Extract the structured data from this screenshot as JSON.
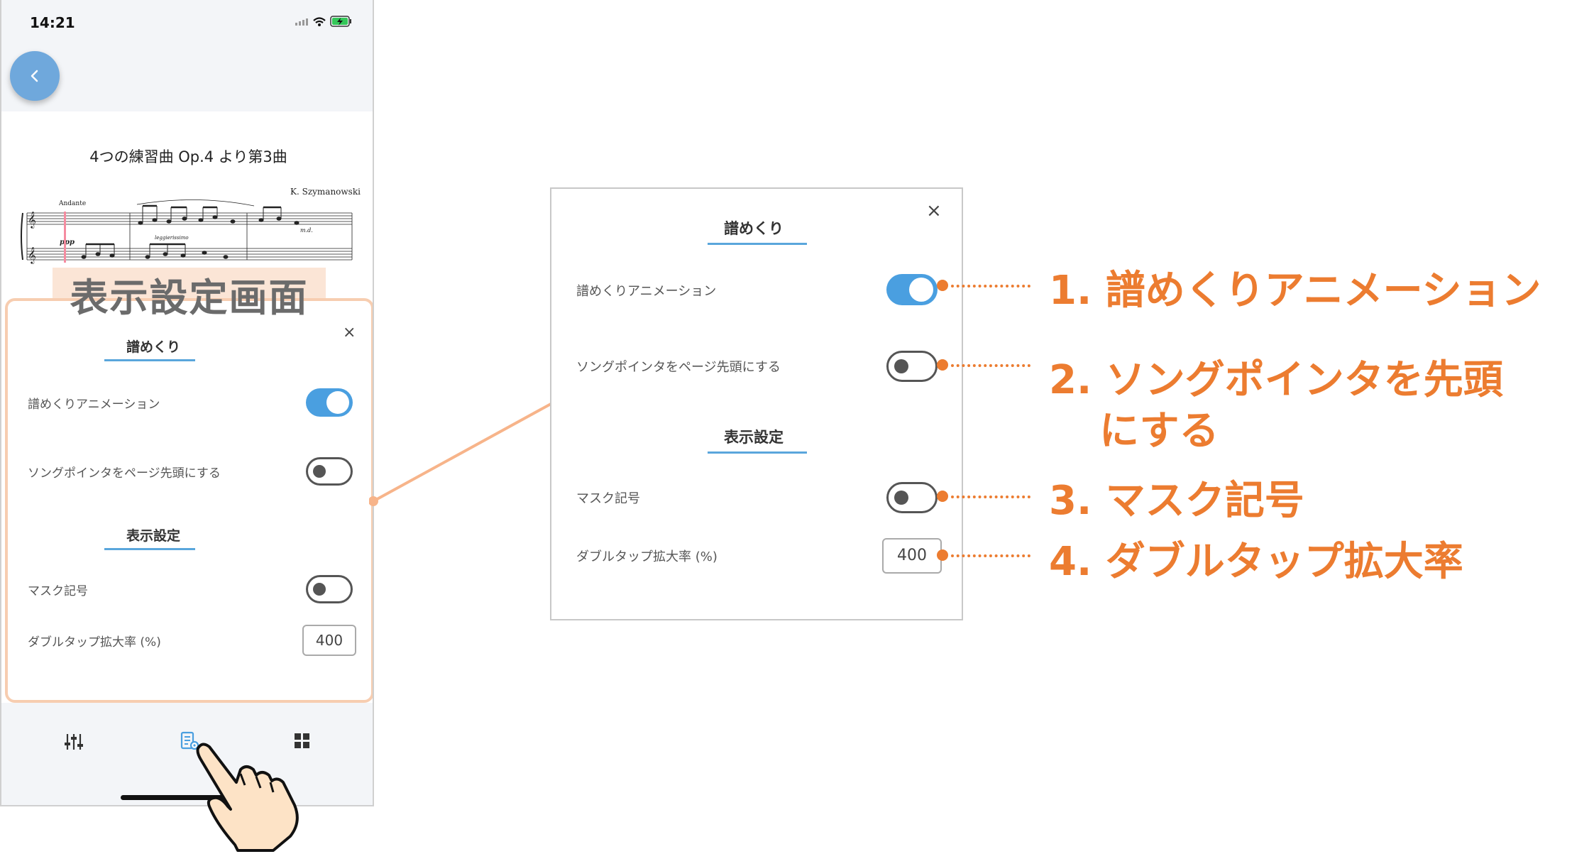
{
  "status_bar": {
    "time": "14:21"
  },
  "score": {
    "title": "4つの練習曲 Op.4 より第3曲",
    "composer": "K. Szymanowski",
    "tempo": "Andante",
    "dynamic": "ppp",
    "expression": "leggierissimo",
    "marking": "m.d."
  },
  "caption": "表示設定画面",
  "settings": {
    "close": "×",
    "section1_title": "譜めくり",
    "page_turn_animation_label": "譜めくりアニメーション",
    "page_turn_animation_on": true,
    "song_pointer_label": "ソングポインタをページ先頭にする",
    "song_pointer_on": false,
    "section2_title": "表示設定",
    "mask_label": "マスク記号",
    "mask_on": false,
    "double_tap_label": "ダブルタップ拡大率 (%)",
    "double_tap_value": "400"
  },
  "annotations": {
    "a1": "1. 譜めくりアニメーション",
    "a2_line1": "2. ソングポインタを先頭",
    "a2_line2": "にする",
    "a3": "3. マスク記号",
    "a4": "4. ダブルタップ拡大率"
  },
  "colors": {
    "accent": "#4a9fe0",
    "annotation": "#ec7c30",
    "caption_bg": "#fbe5d6",
    "panel_border": "#f7cdb0"
  },
  "icons": [
    "back-chevron-icon",
    "mixer-sliders-icon",
    "display-settings-icon",
    "grid-icon",
    "hand-pointer-icon"
  ]
}
